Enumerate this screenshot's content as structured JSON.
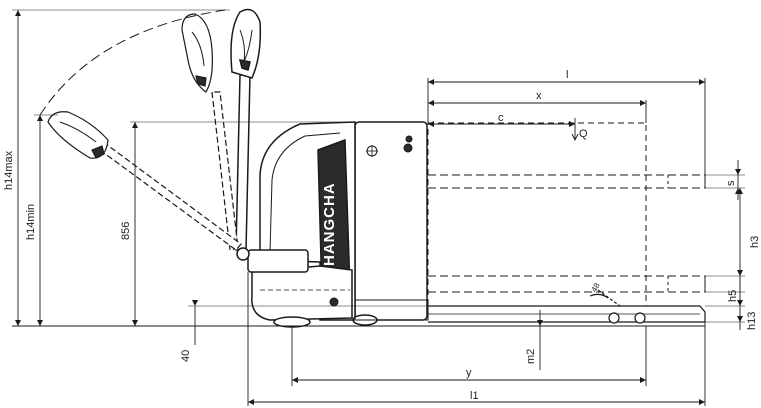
{
  "brand": {
    "name": "HANGCHA"
  },
  "labels": {
    "l": "l",
    "x": "x",
    "c": "c",
    "q": "Q",
    "s": "s",
    "h3": "h3",
    "h5": "h5",
    "h13": "h13",
    "h14max": "h14max",
    "h14min": "h14min",
    "d856": "856",
    "d40": "40",
    "m2": "m2",
    "y": "y",
    "l1": "l1",
    "angle": "48"
  },
  "colors": {
    "line": "#1a1a1a",
    "body": "#ffffff",
    "dark": "#2b2b2b"
  }
}
